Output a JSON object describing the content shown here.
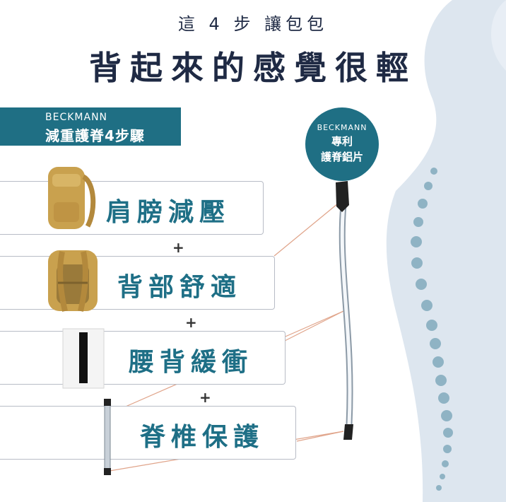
{
  "header": {
    "subtitle": "這 4 步 讓包包",
    "title": "背起來的感覺很輕"
  },
  "brand_box": {
    "brand": "BECKMANN",
    "label": "減重護脊4步驟"
  },
  "patent_badge": {
    "brand": "BECKMANN",
    "line1": "專利",
    "line2": "護脊鋁片"
  },
  "steps": [
    {
      "label": "肩膀減壓",
      "icon": "backpack-front-icon"
    },
    {
      "label": "背部舒適",
      "icon": "backpack-back-icon"
    },
    {
      "label": "腰背緩衝",
      "icon": "back-pad-icon"
    },
    {
      "label": "脊椎保護",
      "icon": "aluminum-strip-icon"
    }
  ],
  "plus_sign": "+",
  "colors": {
    "accent": "#1f6f84",
    "step_text": "#1e6f86",
    "title": "#1f2a44",
    "silhouette": "#dde6ef",
    "vertebra": "#8fb3c4",
    "leader_line": "#e0a48a",
    "bag": "#c9a14e"
  }
}
